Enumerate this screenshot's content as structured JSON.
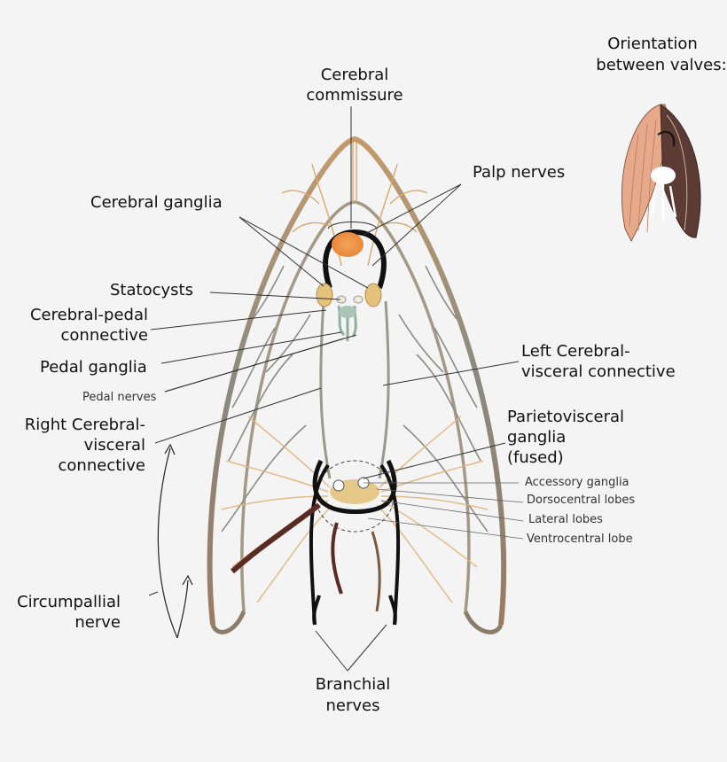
{
  "labels": {
    "cerebral_commissure": [
      "Cerebral",
      "commissure"
    ],
    "palp_nerves": "Palp nerves",
    "cerebral_ganglia": "Cerebral ganglia",
    "statocysts": "Statocysts",
    "cerebral_pedal_connective": [
      "Cerebral-pedal",
      "connective"
    ],
    "pedal_ganglia": "Pedal ganglia",
    "pedal_nerves": "Pedal nerves",
    "right_cerebral_visceral": [
      "Right Cerebral-",
      "visceral",
      "connective"
    ],
    "left_cerebral_visceral": [
      "Left Cerebral-",
      "visceral connective"
    ],
    "parietovisceral_ganglia": [
      "Parietovisceral",
      "ganglia",
      "(fused)"
    ],
    "accessory_ganglia": "Accessory ganglia",
    "dorsocentral_lobes": "Dorsocentral lobes",
    "lateral_lobes": "Lateral lobes",
    "ventrocentral_lobe": "Ventrocentral lobe",
    "circumpallial_nerve": [
      "Circumpallial",
      "nerve"
    ],
    "branchial_nerves": [
      "Branchial",
      "nerves"
    ],
    "orientation": [
      "Orientation",
      "between valves:"
    ]
  },
  "colors": {
    "background": "#f4f4f4",
    "outer_nerve": "#8c7d6a",
    "inner_nerve": "#9a8f7a",
    "branch_warm": "#d9a86c",
    "branch_gray": "#8a8d86",
    "commissure": "#111111",
    "ganglion_orange": "#e8893a",
    "ganglion_tan": "#e3c27c",
    "dark_nerve": "#5a2a24",
    "shell_pink": "#e6a98a",
    "shell_dark": "#5b3b33"
  }
}
